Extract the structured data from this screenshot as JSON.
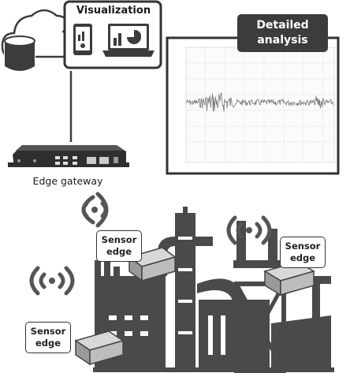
{
  "visualization": {
    "title": "Visualization"
  },
  "analysis": {
    "title_line1": "Detailed",
    "title_line2": "analysis"
  },
  "gateway": {
    "label": "Edge gateway"
  },
  "sensors": [
    {
      "line1": "Sensor",
      "line2": "edge"
    },
    {
      "line1": "Sensor",
      "line2": "edge"
    },
    {
      "line1": "Sensor",
      "line2": "edge"
    }
  ],
  "colors": {
    "dark": "#3c3c3c",
    "factory": "#4a4a4a",
    "frame": "#333333",
    "signal": "#555555"
  }
}
